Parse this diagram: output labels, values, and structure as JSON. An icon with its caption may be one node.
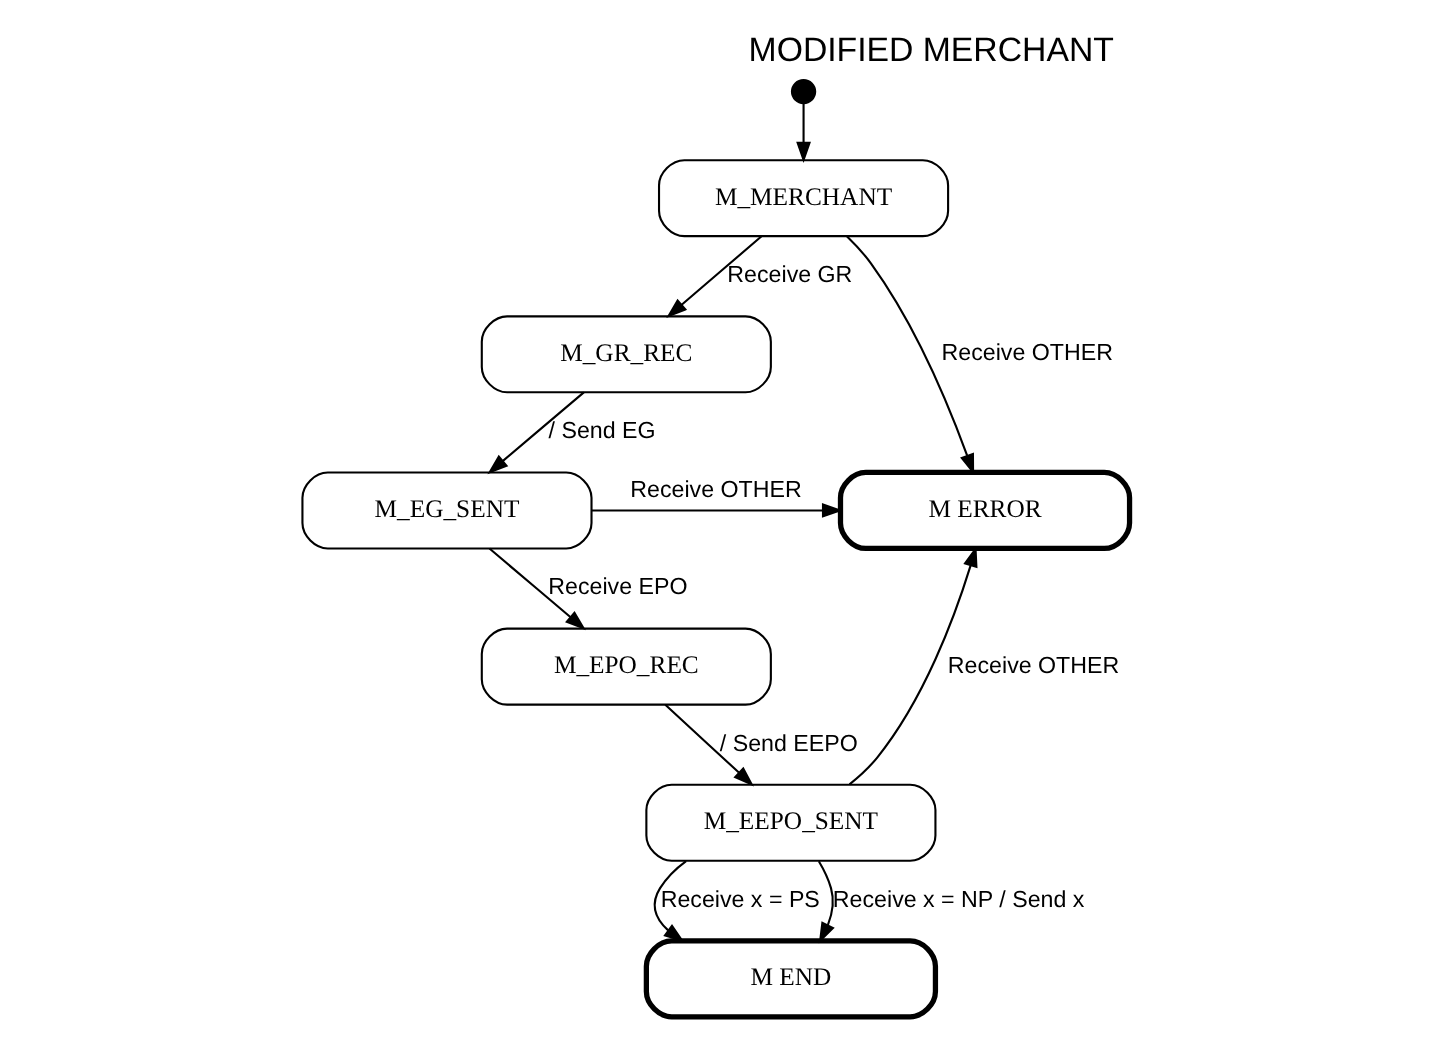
{
  "diagram": {
    "title": "MODIFIED MERCHANT",
    "nodes": [
      {
        "text": [],
        "shape": "circle"
      },
      {
        "text": [
          "M_MERCHANT"
        ]
      },
      {
        "text": [
          "M_GR_REC"
        ]
      },
      {
        "text": [
          "M_EG_SENT"
        ]
      },
      {
        "text": [
          "M_EPO_REC"
        ]
      },
      {
        "text": [
          "M_EEPO_SENT"
        ]
      },
      {
        "text": [
          "M ERROR"
        ]
      },
      {
        "text": [
          "M END"
        ]
      }
    ],
    "edges": [
      {
        "from": 0,
        "to": 1,
        "arrow": "to"
      },
      {
        "from": 1,
        "to": 2,
        "arrow": "to",
        "label": "Receive GR"
      },
      {
        "from": 2,
        "to": 3,
        "arrow": "to",
        "label": "/ Send EG"
      },
      {
        "from": 3,
        "to": 4,
        "arrow": "to",
        "label": "Receive EPO"
      },
      {
        "from": 4,
        "to": 5,
        "arrow": "to",
        "label": "/ Send EEPO"
      },
      {
        "from": 5,
        "to": 7,
        "arrow": "to",
        "label": "Receive x = PS"
      },
      {
        "from": 5,
        "to": 7,
        "arrow": "to",
        "label": "Receive x = NP / Send x"
      },
      {
        "from": 1,
        "to": 6,
        "arrow": "to",
        "label": "Receive OTHER"
      },
      {
        "from": 3,
        "to": 6,
        "arrow": "to",
        "label": "Receive OTHER"
      },
      {
        "from": 5,
        "to": 6,
        "arrow": "to",
        "label": "Receive OTHER"
      }
    ]
  }
}
